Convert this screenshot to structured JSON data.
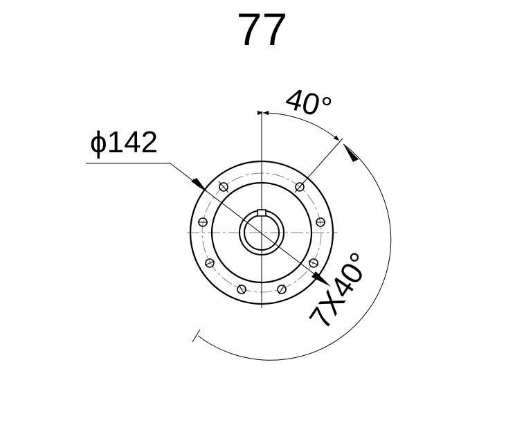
{
  "drawing": {
    "title": "77",
    "diameter_label": "ϕ142",
    "angle_label": "40°",
    "holes_label": "7X40°"
  },
  "colors": {
    "line": "#000000",
    "centerline": "#808080",
    "background": "#ffffff"
  }
}
